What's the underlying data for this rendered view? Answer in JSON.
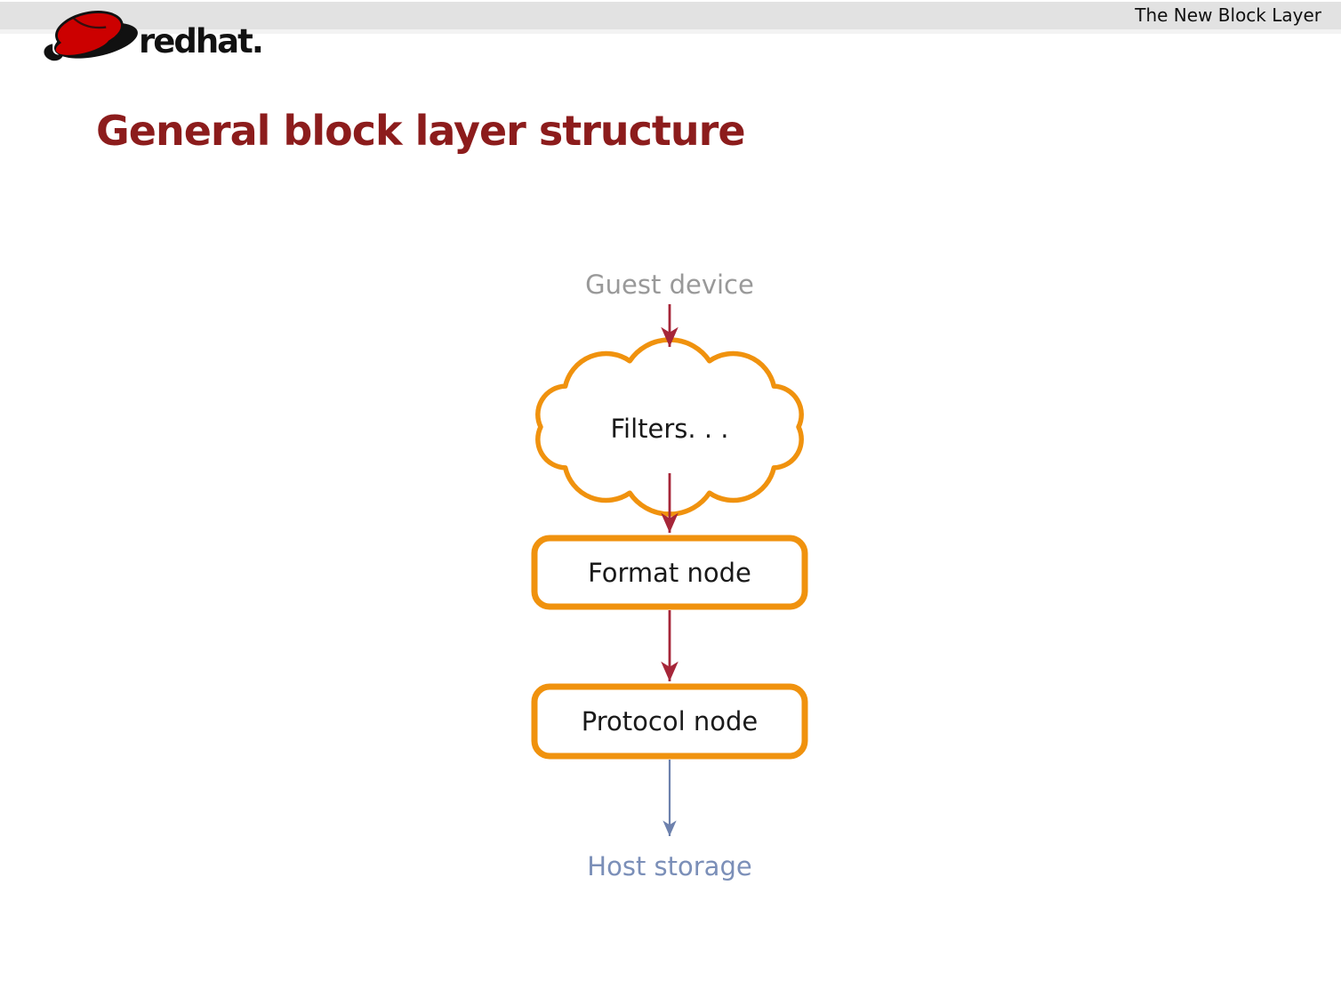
{
  "header": {
    "title": "The New Block Layer"
  },
  "logo": {
    "word_bold": "red",
    "word_rest": "hat."
  },
  "slide": {
    "title": "General block layer structure"
  },
  "diagram": {
    "source": "Guest device",
    "cloud": "Filters. . .",
    "nodes": [
      {
        "label": "Format node"
      },
      {
        "label": "Protocol node"
      }
    ],
    "sink": "Host storage"
  },
  "colors": {
    "header_bar": "#e2e2e2",
    "title_red": "#8c1c1c",
    "accent_orange": "#f0920e",
    "arrow_red": "#a62639",
    "arrow_blue": "#6d81ad",
    "source_gray": "#999999",
    "sink_blue": "#7b8fb8",
    "redhat_red": "#cc0000"
  }
}
